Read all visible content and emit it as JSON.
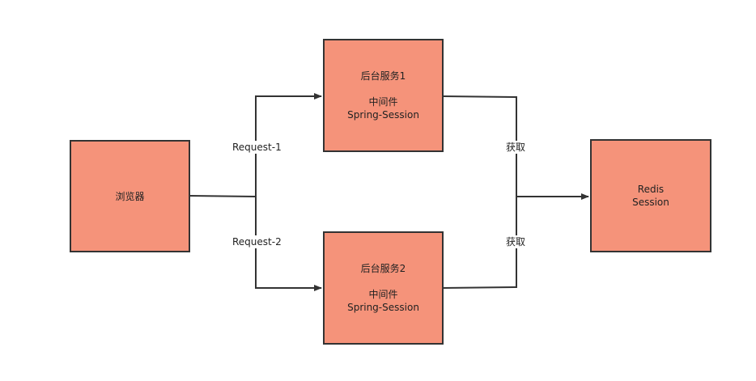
{
  "colors": {
    "node_fill": "#f5937a",
    "node_border": "#333333",
    "edge": "#333333"
  },
  "nodes": {
    "browser": {
      "label": "浏览器"
    },
    "service1": {
      "title": "后台服务1",
      "line1": "中间件",
      "line2": "Spring-Session"
    },
    "service2": {
      "title": "后台服务2",
      "line1": "中间件",
      "line2": "Spring-Session"
    },
    "redis": {
      "line1": "Redis",
      "line2": "Session"
    }
  },
  "edges": {
    "request1": "Request-1",
    "request2": "Request-2",
    "fetch1": "获取",
    "fetch2": "获取"
  }
}
